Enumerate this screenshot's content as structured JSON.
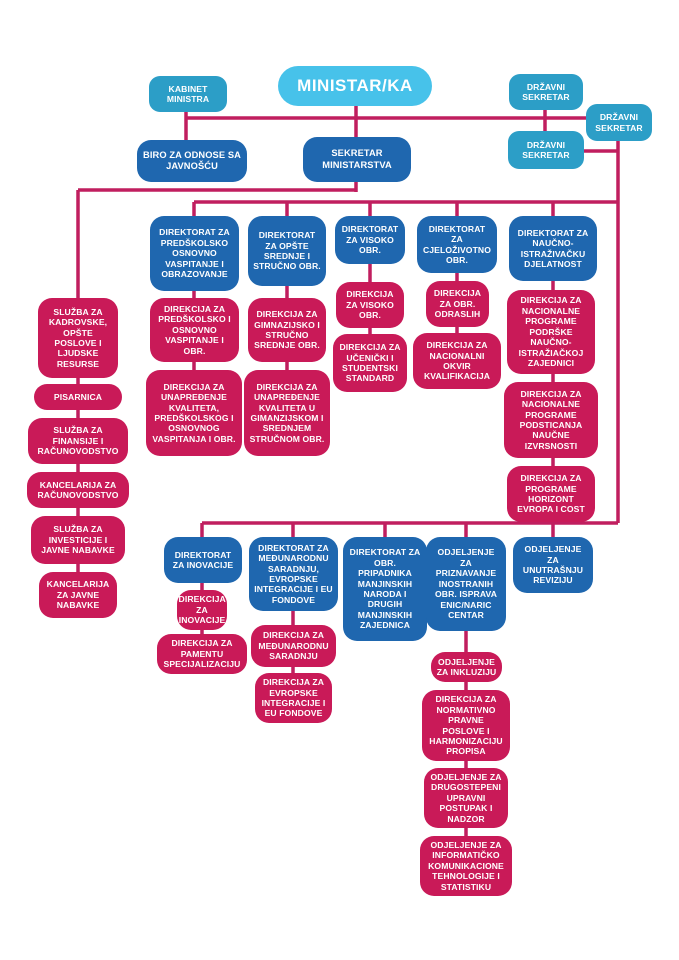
{
  "colors": {
    "minister_box": "#47C2EA",
    "state_secretary_box": "#2C9EC7",
    "directorate_box": "#1F67AF",
    "direkcija_box": "#C91A58",
    "connector_line": "#C01E5F",
    "text": "#FFFFFF",
    "background": "#FFFFFF"
  },
  "nodes": {
    "ministar": {
      "label": "MINISTAR/KA"
    },
    "kabinet_ministra": {
      "label": "KABINET MINISTRA"
    },
    "drzavni_sekretar_1": {
      "label": "DRŽAVNI SEKRETAR"
    },
    "drzavni_sekretar_2": {
      "label": "DRŽAVNI SEKRETAR"
    },
    "drzavni_sekretar_3": {
      "label": "DRŽAVNI SEKRETAR"
    },
    "biro_odnosi": {
      "label": "BIRO ZA ODNOSE SA JAVNOŠĆU"
    },
    "sekretar_ministarstva": {
      "label": "SEKRETAR MINISTARSTVA"
    },
    "dir_predskolsko": {
      "label": "DIREKTORAT ZA PREDŠKOLSKO OSNOVNO VASPITANJE I OBRAZOVANJE"
    },
    "dk_predskolsko": {
      "label": "DIREKCIJA ZA PREDŠKOLSKO I OSNOVNO VASPITANJE I OBR."
    },
    "dk_unapredjenje_predskolsko": {
      "label": "DIREKCIJA ZA UNAPREĐENJE KVALITETA, PREDŠKOLSKOG I OSNOVNOG VASPITANJA I OBR."
    },
    "dir_opste": {
      "label": "DIREKTORAT ZA OPŠTE SREDNJE I STRUČNO OBR."
    },
    "dk_gimnazijsko": {
      "label": "DIREKCIJA ZA GIMNAZIJSKO I STRUČNO SREDNJE OBR."
    },
    "dk_unapredjenje_gimnazijsko": {
      "label": "DIREKCIJA ZA UNAPREĐENJE KVALITETA U GIMANZIJSKOM I SREDNJEM STRUČNOM OBR."
    },
    "dir_visoko": {
      "label": "DIREKTORAT ZA VISOKO OBR."
    },
    "dk_visoko": {
      "label": "DIREKCIJA ZA VISOKO OBR."
    },
    "dk_ucenicki": {
      "label": "DIREKCIJA ZA UČENIČKI I STUDENTSKI STANDARD"
    },
    "dir_cjelozivotno": {
      "label": "DIREKTORAT ZA CJELOŽIVOTNO OBR."
    },
    "dk_odrasli": {
      "label": "DIREKCIJA ZA OBR. ODRASLIH"
    },
    "dk_nacionalni_okvir": {
      "label": "DIREKCIJA ZA NACIONALNI OKVIR KVALIFIKACIJA"
    },
    "dir_naucno": {
      "label": "DIREKTORAT ZA NAUČNO-ISTRAŽIVAČKU DJELATNOST"
    },
    "dk_podrska": {
      "label": "DIREKCIJA ZA NACIONALNE PROGRAME PODRŠKE NAUČNO-ISTRAŽIAČKOJ ZAJEDNICI"
    },
    "dk_podsticanje": {
      "label": "DIREKCIJA ZA NACIONALNE PROGRAME PODSTICANJA NAUČNE IZVRSNOSTI"
    },
    "dk_horizont": {
      "label": "DIREKCIJA ZA PROGRAME HORIZONT EVROPA I COST"
    },
    "sl_kadrovske": {
      "label": "SLUŽBA ZA KADROVSKE, OPŠTE POSLOVE I LJUDSKE RESURSE"
    },
    "pisarnica": {
      "label": "PISARNICA"
    },
    "sl_finansije": {
      "label": "SLUŽBA ZA FINANSIJE I RAČUNOVODSTVO"
    },
    "kanc_racunovodstvo": {
      "label": "KANCELARIJA ZA RAČUNOVODSTVO"
    },
    "sl_investicije": {
      "label": "SLUŽBA ZA INVESTICIJE I JAVNE NABAVKE"
    },
    "kanc_nabavke": {
      "label": "KANCELARIJA ZA JAVNE NABAVKE"
    },
    "dir_inovacije": {
      "label": "DIREKTORAT ZA INOVACIJE"
    },
    "dk_inovacije": {
      "label": "DIREKCIJA ZA INOVACIJE"
    },
    "dk_pametna": {
      "label": "DIREKCIJA ZA PAMENTU SPECIJALIZACIJU"
    },
    "dir_medjunarodna": {
      "label": "DIREKTORAT ZA MEĐUNARODNU SARADNJU, EVROPSKE INTEGRACIJE I EU FONDOVE"
    },
    "dk_medjunarodna": {
      "label": "DIREKCIJA ZA MEĐUNARODNU SARADNJU"
    },
    "dk_evropske": {
      "label": "DIREKCIJA ZA EVROPSKE INTEGRACIJE I EU FONDOVE"
    },
    "dir_manjine": {
      "label": "DIREKTORAT ZA OBR. PRIPADNIKA MANJINSKIH NARODA I DRUGIH MANJINSKIH ZAJEDNICA"
    },
    "odj_priznavanje": {
      "label": "ODJELJENJE ZA PRIZNAVANJE INOSTRANIH OBR. ISPRAVA ENIC/NARIC CENTAR"
    },
    "odj_revizija": {
      "label": "ODJELJENJE ZA UNUTRAŠNJU REVIZIJU"
    },
    "odj_inkluzija": {
      "label": "ODJELJENJE ZA INKLUZIJU"
    },
    "dk_normativno": {
      "label": "DIREKCIJA ZA NORMATIVNO PRAVNE POSLOVE I HARMONIZACIJU PROPISA"
    },
    "odj_drugostepeni": {
      "label": "ODJELJENJE ZA DRUGOSTEPENI UPRAVNI POSTUPAK I NADZOR"
    },
    "odj_informaticko": {
      "label": "ODJELJENJE ZA INFORMATIČKO KOMUNIKACIONE TEHNOLOGIJE I STATISTIKU"
    }
  }
}
